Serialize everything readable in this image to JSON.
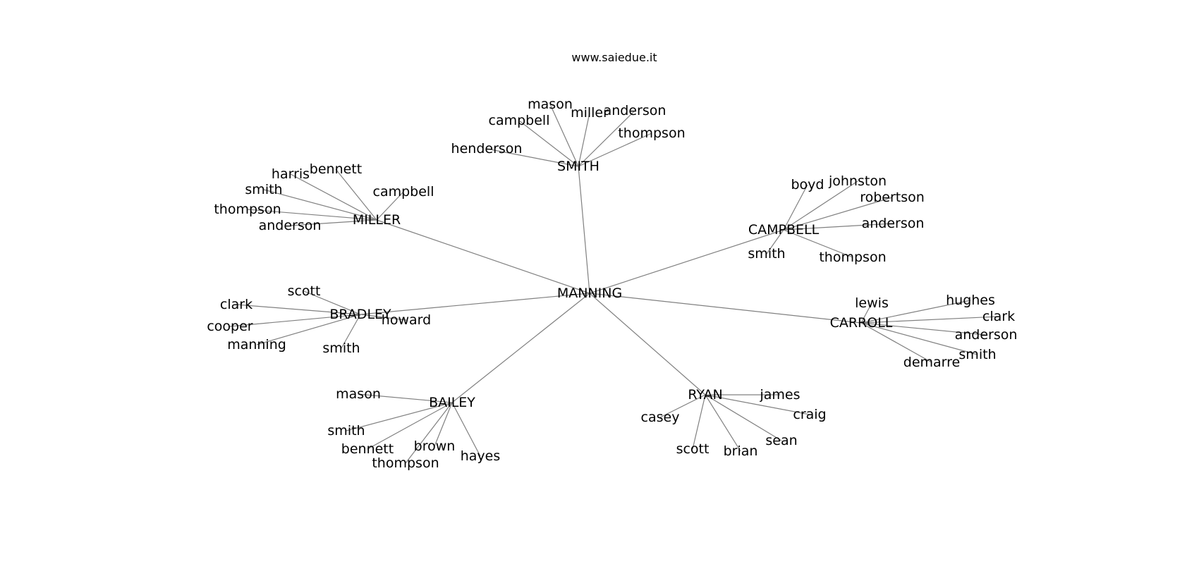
{
  "caption": "www.saiedue.it",
  "edge_color": "#808080",
  "graph": {
    "root": "MANNING",
    "groups": [
      {
        "hub": "SMITH",
        "leaves": [
          "mason",
          "miller",
          "anderson",
          "campbell",
          "thompson",
          "henderson"
        ]
      },
      {
        "hub": "MILLER",
        "leaves": [
          "harris",
          "bennett",
          "campbell",
          "smith",
          "thompson",
          "anderson"
        ]
      },
      {
        "hub": "CAMPBELL",
        "leaves": [
          "boyd",
          "johnston",
          "robertson",
          "anderson",
          "smith",
          "thompson"
        ]
      },
      {
        "hub": "BRADLEY",
        "leaves": [
          "scott",
          "clark",
          "howard",
          "cooper",
          "manning",
          "smith"
        ]
      },
      {
        "hub": "CARROLL",
        "leaves": [
          "lewis",
          "hughes",
          "clark",
          "anderson",
          "smith",
          "demarre"
        ]
      },
      {
        "hub": "BAILEY",
        "leaves": [
          "mason",
          "smith",
          "bennett",
          "brown",
          "thompson",
          "hayes"
        ]
      },
      {
        "hub": "RYAN",
        "leaves": [
          "james",
          "casey",
          "craig",
          "sean",
          "scott",
          "brian"
        ]
      }
    ]
  }
}
